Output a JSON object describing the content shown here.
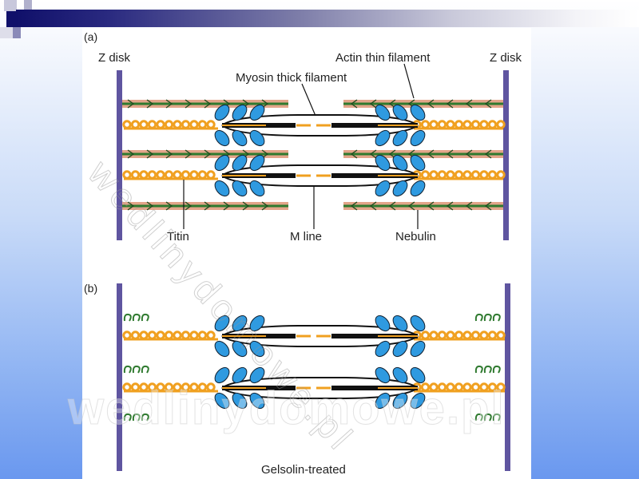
{
  "panel_a": {
    "tag": "(a)",
    "labels": {
      "z_disk_left": "Z disk",
      "z_disk_right": "Z disk",
      "actin": "Actin thin filament",
      "myosin": "Myosin thick filament",
      "titin": "Titin",
      "m_line": "M line",
      "nebulin": "Nebulin"
    }
  },
  "panel_b": {
    "tag": "(b)",
    "caption": "Gelsolin-treated"
  },
  "watermark": "wedlinydomowe.pl",
  "colors": {
    "z_disk": "#5f55a0",
    "actin_band": "#e3a58a",
    "actin_core": "#2f7a2f",
    "titin": "#f0a020",
    "myosin_head": "#2f9ae0",
    "title_bar": "#10106a"
  }
}
